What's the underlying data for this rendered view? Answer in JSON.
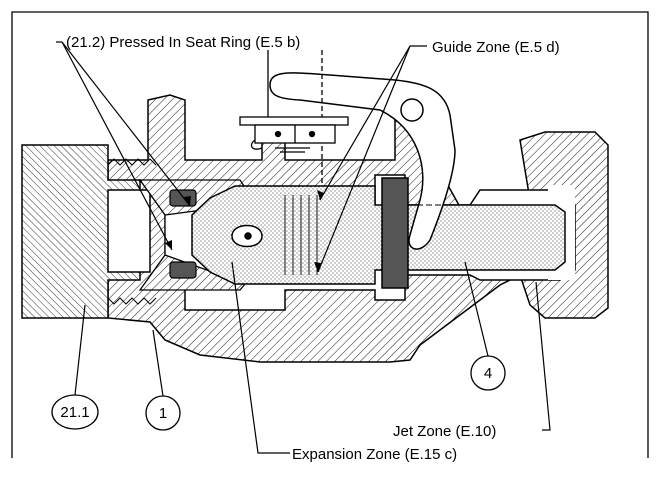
{
  "labels": {
    "seat_ring": "(21.2) Pressed In Seat Ring (E.5 b)",
    "guide_zone": "Guide Zone (E.5 d)",
    "jet_zone": "Jet Zone (E.10)",
    "expansion_zone": "Expansion Zone (E.15 c)"
  },
  "callouts": [
    "21.1",
    "1",
    "4"
  ],
  "colors": {
    "line": "#000000",
    "background": "#ffffff",
    "hatch": "#000000",
    "dark_ring": "#555555"
  }
}
